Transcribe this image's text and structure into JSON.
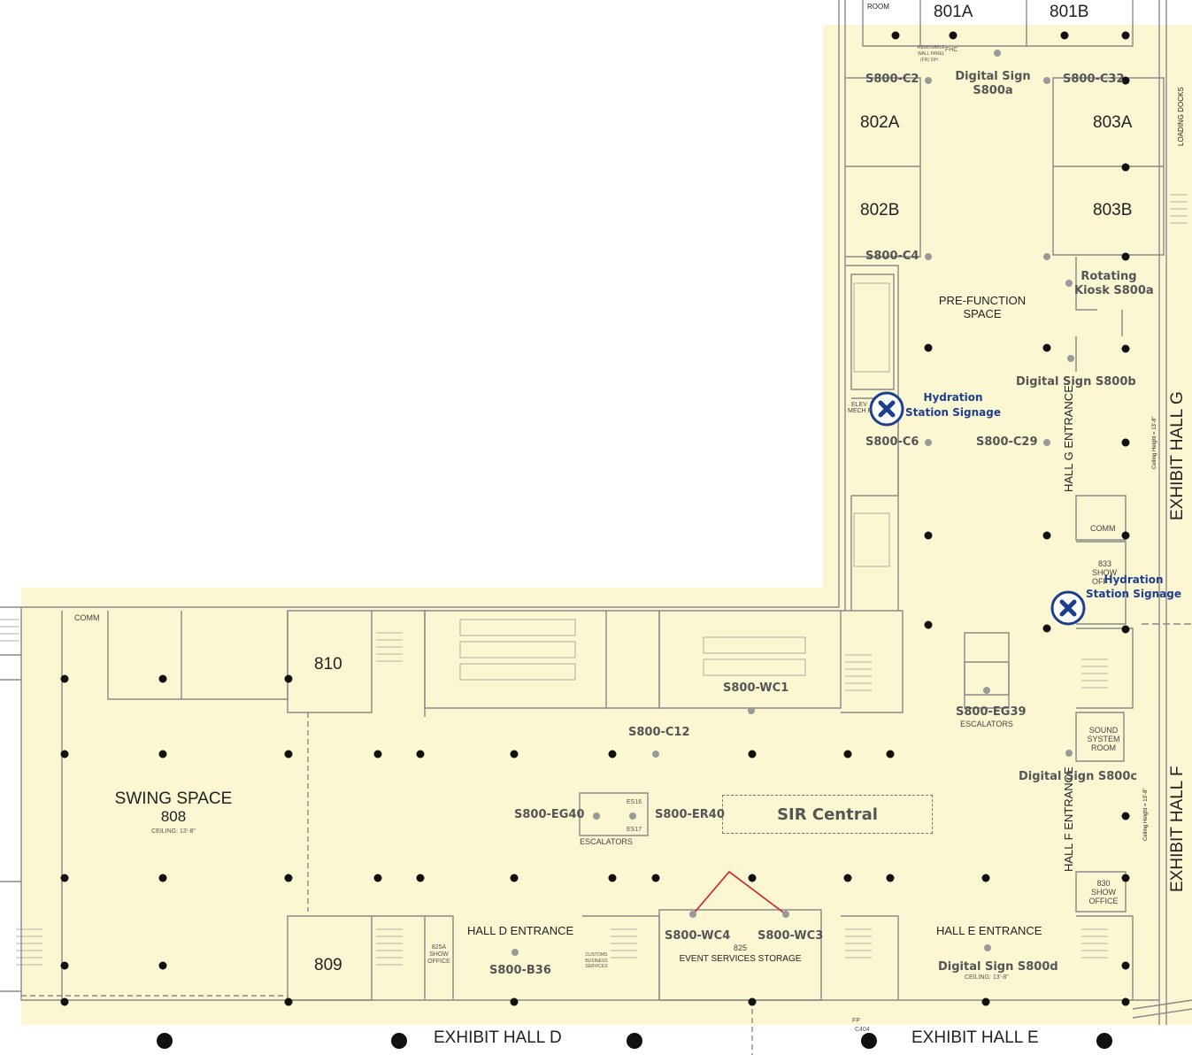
{
  "colors": {
    "floor": "#fbf7d2",
    "wall": "#7a7a7a",
    "column": "#111111",
    "marker": "#9a9a9a",
    "hydration": "#1e3f8f",
    "line": "#d0202a"
  },
  "rooms": {
    "r801a": "801A",
    "r801b": "801B",
    "r802a": "802A",
    "r802b": "802B",
    "r803a": "803A",
    "r803b": "803B",
    "r810": "810",
    "r809": "809",
    "swing_title": "SWING SPACE",
    "swing_num": "808",
    "swing_ceiling": "CEILING: 13'-8\"",
    "prefunction_1": "PRE-FUNCTION",
    "prefunction_2": "SPACE",
    "comm_left": "COMM",
    "comm_right": "COMM",
    "room_top": "ROOM",
    "sound_1": "SOUND",
    "sound_2": "SYSTEM",
    "sound_3": "ROOM",
    "show833_1": "833",
    "show833_2": "SHOW",
    "show833_3": "OFF",
    "show830_1": "830",
    "show830_2": "SHOW",
    "show830_3": "OFFICE",
    "show825a_1": "825A",
    "show825a_2": "SHOW",
    "show825a_3": "OFFICE",
    "storage_num": "825",
    "storage_name": "EVENT SERVICES STORAGE",
    "escalators_left": "ESCALATORS",
    "escalators_right": "ESCALATORS",
    "elev": "ELEV",
    "mech": "MECH R",
    "customs_1": "CUSTOMS",
    "customs_2": "BUSINESS",
    "customs_3": "SERVICES",
    "es16": "ES16",
    "es17": "ES17"
  },
  "entrances": {
    "hall_d": "HALL D ENTRANCE",
    "hall_e": "HALL E ENTRANCE",
    "hall_g": "HALL G ENTRANCE",
    "hall_f": "HALL F ENTRANCE"
  },
  "halls": {
    "d": "EXHIBIT HALL D",
    "e": "EXHIBIT HALL E",
    "g": "EXHIBIT HALL G",
    "f": "EXHIBIT HALL F",
    "loading": "LOADING DOCKS"
  },
  "signs": {
    "ds_a_1": "Digital Sign",
    "ds_a_2": "S800a",
    "ds_b": "Digital Sign S800b",
    "ds_c": "Digital Sign S800c",
    "ds_d": "Digital Sign S800d",
    "kiosk_1": "Rotating",
    "kiosk_2": "Kiosk S800a",
    "hyd1_1": "Hydration",
    "hyd1_2": "Station Signage",
    "hyd2_1": "Hydration",
    "hyd2_2": "Station Signage",
    "sir": "SIR Central"
  },
  "tags": {
    "c2": "S800-C2",
    "c32": "S800-C32",
    "c4": "S800-C4",
    "c6": "S800-C6",
    "c29": "S800-C29",
    "c12": "S800-C12",
    "wc1": "S800-WC1",
    "wc3": "S800-WC3",
    "wc4": "S800-WC4",
    "eg39": "S800-EG39",
    "eg40": "S800-EG40",
    "er40": "S800-ER40",
    "b36": "S800-B36"
  },
  "notes": {
    "ceiling_g": "Ceiling Height = 13'-8\"",
    "ceiling_f": "Ceiling Height = 13'-8\"",
    "ceiling_e": "CEILING: 13'-8\"",
    "fhc": "FHC",
    "fp": "FP",
    "c404": "C404",
    "panel_1": "REMOVABLE",
    "panel_2": "WALL PANEL",
    "panel_3": "(FR) S/H"
  }
}
